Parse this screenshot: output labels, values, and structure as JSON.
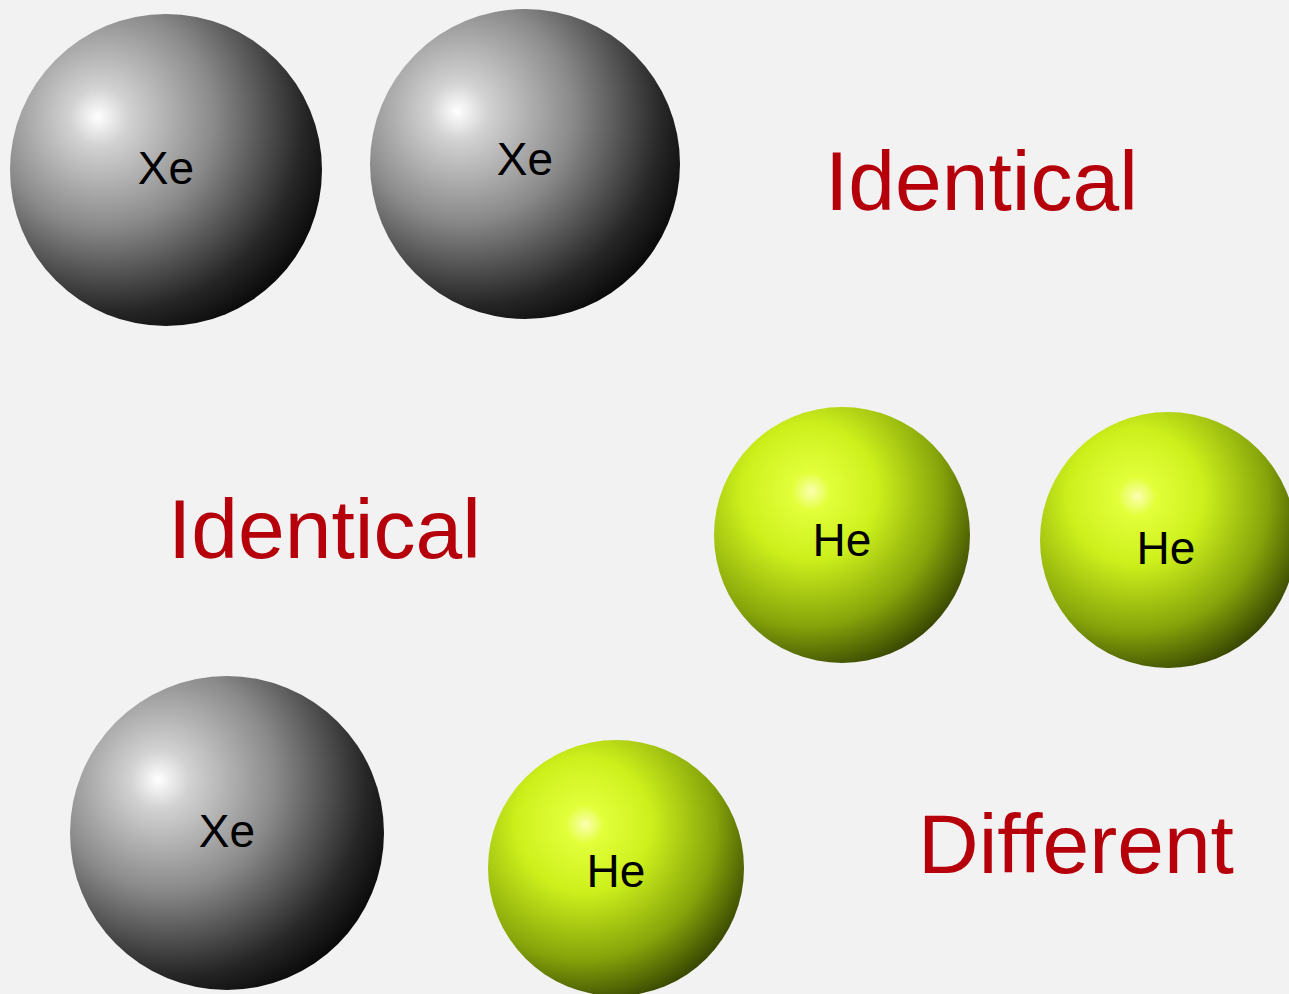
{
  "diagram": {
    "nodes": [
      {
        "text": [
          "Xe"
        ]
      },
      {
        "text": [
          "Xe"
        ]
      },
      {
        "text": [
          "He"
        ]
      },
      {
        "text": [
          "He"
        ]
      },
      {
        "text": [
          "Xe"
        ]
      },
      {
        "text": [
          "He"
        ]
      }
    ],
    "labels": [
      "Identical",
      "Identical",
      "Different"
    ]
  }
}
